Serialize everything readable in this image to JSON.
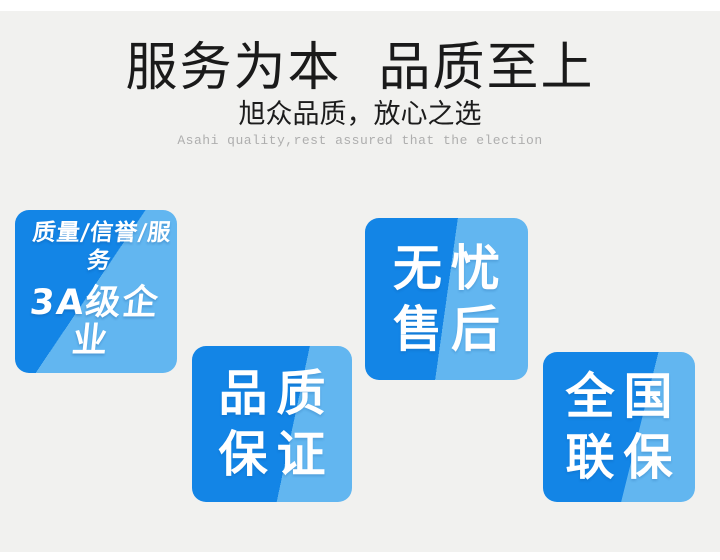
{
  "page": {
    "background_color": "#f1f1ef",
    "top_strip_color": "#ffffff",
    "bottom_strip_color": "#ffffff"
  },
  "header": {
    "title": "服务为本  品质至上",
    "subtitle": "旭众品质，放心之选",
    "subtitle_en": "Asahi quality,rest assured that the election"
  },
  "badges": [
    {
      "name": "3a-enterprise",
      "lines": [
        "质量/信誉/服务",
        "3A级企业"
      ]
    },
    {
      "name": "quality-guarantee",
      "lines": [
        "品质",
        "保证"
      ]
    },
    {
      "name": "worry-free-aftersales",
      "lines": [
        "无忧",
        "售后"
      ]
    },
    {
      "name": "nationwide-warranty",
      "lines": [
        "全国",
        "联保"
      ]
    }
  ],
  "colors": {
    "badge_dark_blue": "#1385e6",
    "badge_light_blue": "#62b6f0",
    "badge_text": "#ffffff",
    "title_text": "#1a1a1a",
    "subtitle_en_text": "#aeaeae"
  }
}
